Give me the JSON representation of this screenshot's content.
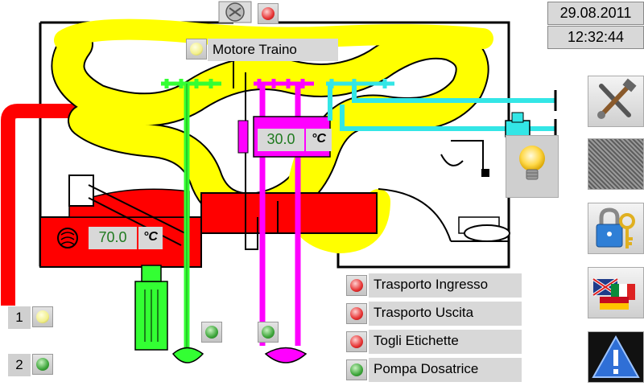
{
  "clock": {
    "date": "29.08.2011",
    "time": "12:32:44"
  },
  "motor": {
    "label": "Motore Traino",
    "status_color": "yellow"
  },
  "fan": {
    "status_color": "red"
  },
  "temperatures": {
    "upper": {
      "value": "30.0",
      "unit": "°C"
    },
    "lower": {
      "value": "70.0",
      "unit": "°C"
    }
  },
  "numbered": [
    {
      "label": "1",
      "status_color": "yellow"
    },
    {
      "label": "2",
      "status_color": "green"
    }
  ],
  "pump_indicators": [
    {
      "status_color": "green"
    },
    {
      "status_color": "green"
    }
  ],
  "status_list": [
    {
      "label": "Trasporto Ingresso",
      "status_color": "red"
    },
    {
      "label": "Trasporto Uscita",
      "status_color": "red"
    },
    {
      "label": "Togli Etichette",
      "status_color": "red"
    },
    {
      "label": "Pompa Dosatrice",
      "status_color": "green"
    }
  ],
  "sidebar": [
    {
      "icon": "tools-icon"
    },
    {
      "icon": "blank-pattern-icon"
    },
    {
      "icon": "lock-key-icon"
    },
    {
      "icon": "flags-icon"
    },
    {
      "icon": "warning-icon"
    }
  ],
  "light": {
    "icon": "light-bulb-icon"
  },
  "colors": {
    "red": "#ff0000",
    "yellow": "#ffff00",
    "green": "#33ff33",
    "magenta": "#ff00ff",
    "cyan": "#33e6e6"
  }
}
